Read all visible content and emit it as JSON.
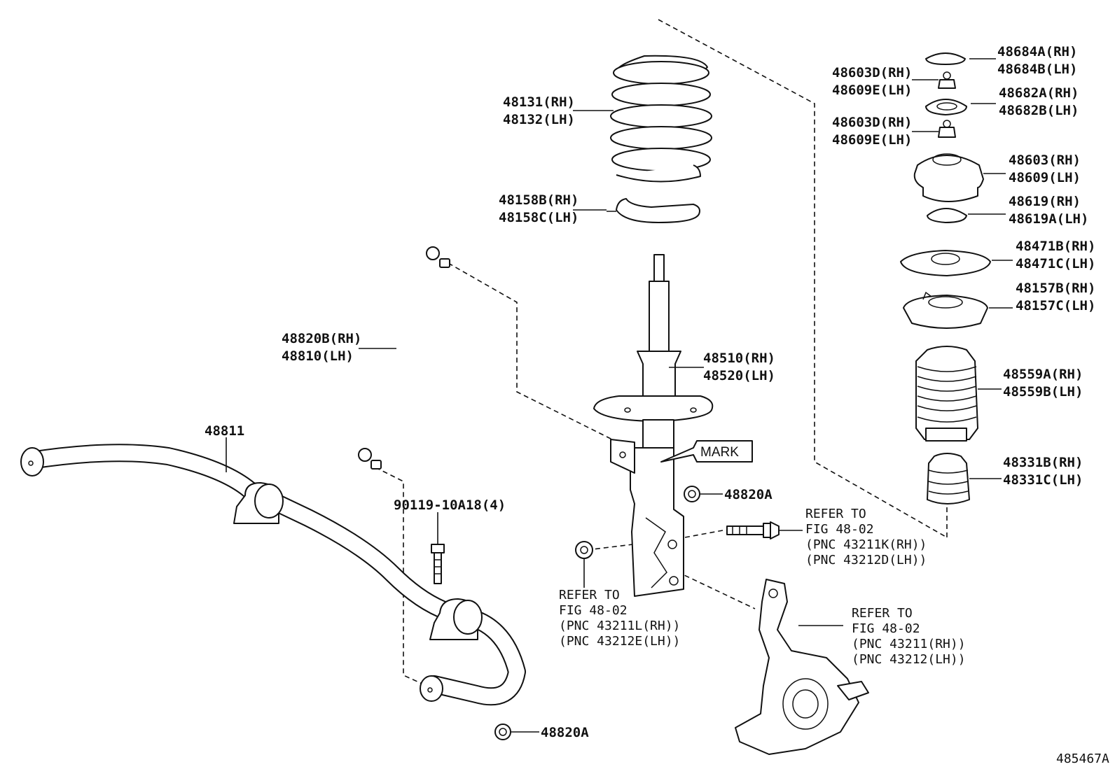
{
  "diagram": {
    "figure_id": "485467A",
    "mark_label": "MARK",
    "callouts": {
      "coil_spring": [
        "48131(RH)",
        "48132(LH)"
      ],
      "spring_insulator": [
        "48158B(RH)",
        "48158C(LH)"
      ],
      "stabilizer_link": [
        "48820B(RH)",
        "48810(LH)"
      ],
      "stabilizer_bar": [
        "48811"
      ],
      "bushing_bolt": [
        "90119-10A18(4)"
      ],
      "shock_absorber": [
        "48510(RH)",
        "48520(LH)"
      ],
      "link_nut_upper": [
        "48820A"
      ],
      "link_nut_lower": [
        "48820A"
      ],
      "cap": [
        "48684A(RH)",
        "48684B(LH)"
      ],
      "nut_upper": [
        "48603D(RH)",
        "48609E(LH)"
      ],
      "dust_seal": [
        "48682A(RH)",
        "48682B(LH)"
      ],
      "nut_lower": [
        "48603D(RH)",
        "48609E(LH)"
      ],
      "support": [
        "48603(RH)",
        "48609(LH)"
      ],
      "spacer": [
        "48619(RH)",
        "48619A(LH)"
      ],
      "bearing": [
        "48471B(RH)",
        "48471C(LH)"
      ],
      "upper_seat": [
        "48157B(RH)",
        "48157C(LH)"
      ],
      "boot": [
        "48559A(RH)",
        "48559B(LH)"
      ],
      "bumper": [
        "48331B(RH)",
        "48331C(LH)"
      ]
    },
    "references": {
      "strut_bolt": [
        "REFER TO",
        "FIG 48-02",
        "(PNC 43211K(RH))",
        "(PNC 43212D(LH))"
      ],
      "strut_nut": [
        "REFER TO",
        "FIG 48-02",
        "(PNC 43211L(RH))",
        "(PNC 43212E(LH))"
      ],
      "knuckle": [
        "REFER TO",
        "FIG 48-02",
        "(PNC 43211(RH))",
        "(PNC 43212(LH))"
      ]
    }
  }
}
